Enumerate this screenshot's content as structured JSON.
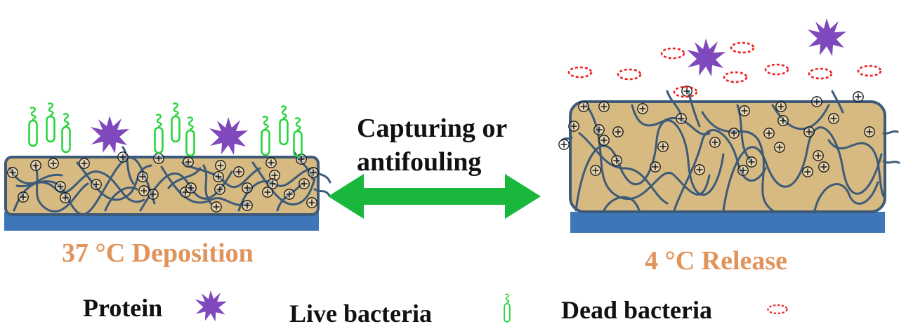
{
  "center": {
    "line1": "Capturing or",
    "line2": "antifouling",
    "arrow_color": "#19b83c"
  },
  "left_panel": {
    "label": "37 °C Deposition",
    "state": "deposited",
    "shows": [
      "live-bacteria",
      "protein"
    ]
  },
  "right_panel": {
    "label": "4 °C Release",
    "state": "swollen",
    "shows": [
      "dead-bacteria",
      "protein"
    ]
  },
  "legend": {
    "protein": "Protein",
    "live": "Live bacteria",
    "dead": "Dead bacteria"
  },
  "colors": {
    "substrate": "#3f76b8",
    "gel": "#d6ba82",
    "chains": "#3d5a78",
    "protein": "#8048bd",
    "live_bacteria": "#22d438",
    "dead_bacteria": "#ee2222",
    "label_orange": "#e0935a"
  },
  "icons": {
    "protein": "spiky-star-icon",
    "live": "coiled-rod-icon",
    "dead": "dashed-ellipse-icon",
    "charge": "circled-plus-icon"
  }
}
